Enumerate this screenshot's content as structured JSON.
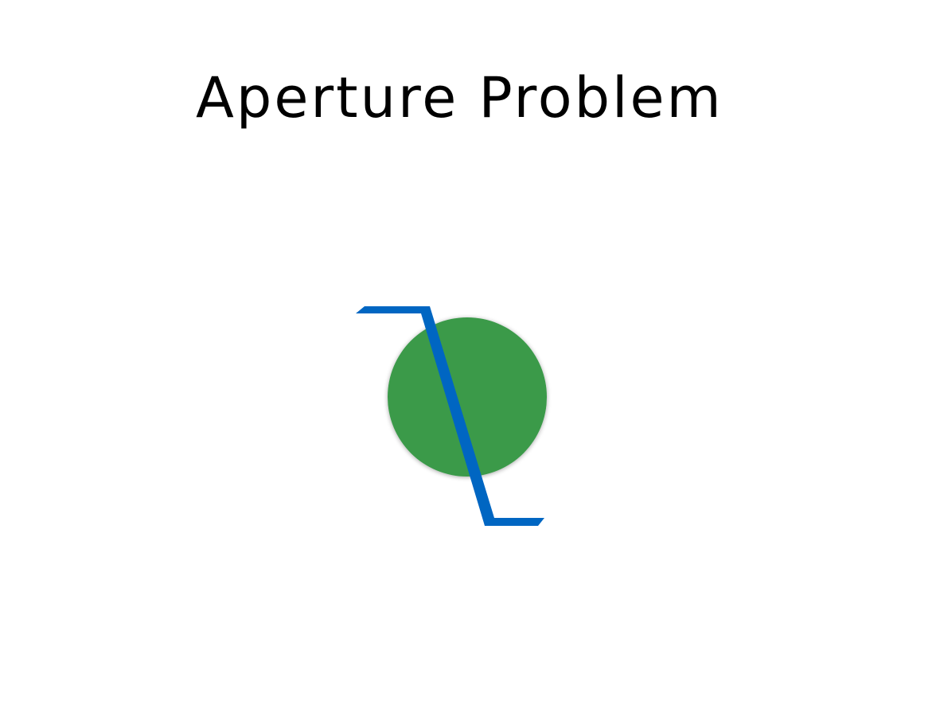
{
  "slide": {
    "title": "Aperture Problem"
  },
  "colors": {
    "background": "#ffffff",
    "title": "#000000",
    "aperture": "#3a9a4a",
    "edge_line": "#0066c2"
  },
  "diagram": {
    "aperture_shape": "circle",
    "edge_shape": "slanted line with horizontal end segments"
  }
}
